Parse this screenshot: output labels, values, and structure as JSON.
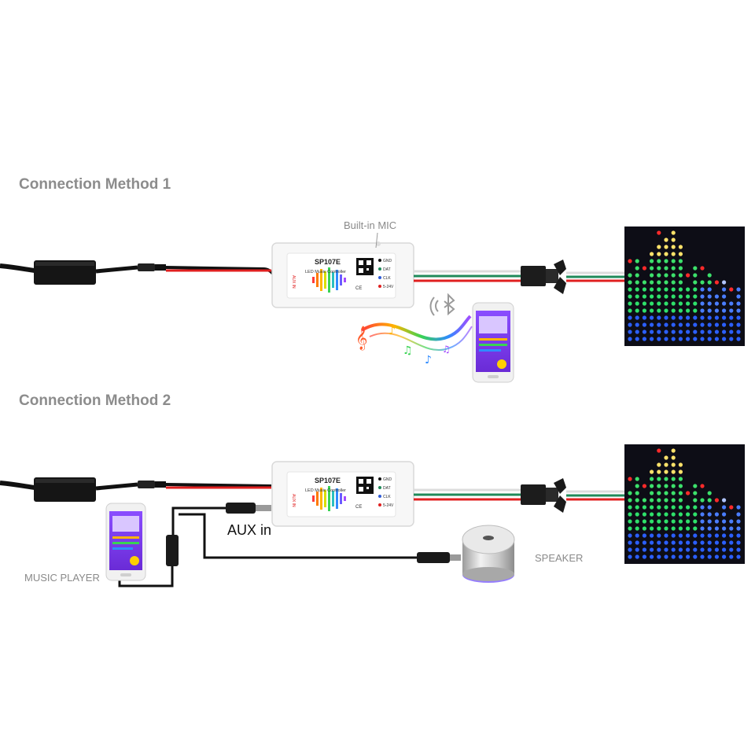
{
  "sections": [
    {
      "heading": "Connection Method 1",
      "mic_label": "Built-in MIC"
    },
    {
      "heading": "Connection Method 2",
      "aux_label": "AUX in",
      "player_label": "MUSIC PLAYER",
      "speaker_label": "SPEAKER"
    }
  ],
  "controller": {
    "model": "SP107E",
    "subtitle": "LED Music Controller",
    "side_label": "AUX IN",
    "port_labels": [
      "GND",
      "DAT",
      "CLK",
      "5-24V"
    ],
    "marks": "CE"
  },
  "icons": [
    "power-adapter-icon",
    "bluetooth-icon",
    "music-notes-icon",
    "smartphone-icon",
    "speaker-icon",
    "led-matrix-icon",
    "qr-code-icon",
    "connector-icon"
  ],
  "colors": {
    "heading": "#8c8c8c",
    "wire_red": "#e02020",
    "wire_green": "#1f8a5a",
    "wire_white": "#dcdcdc",
    "matrix_bg": "#0d0d16"
  }
}
